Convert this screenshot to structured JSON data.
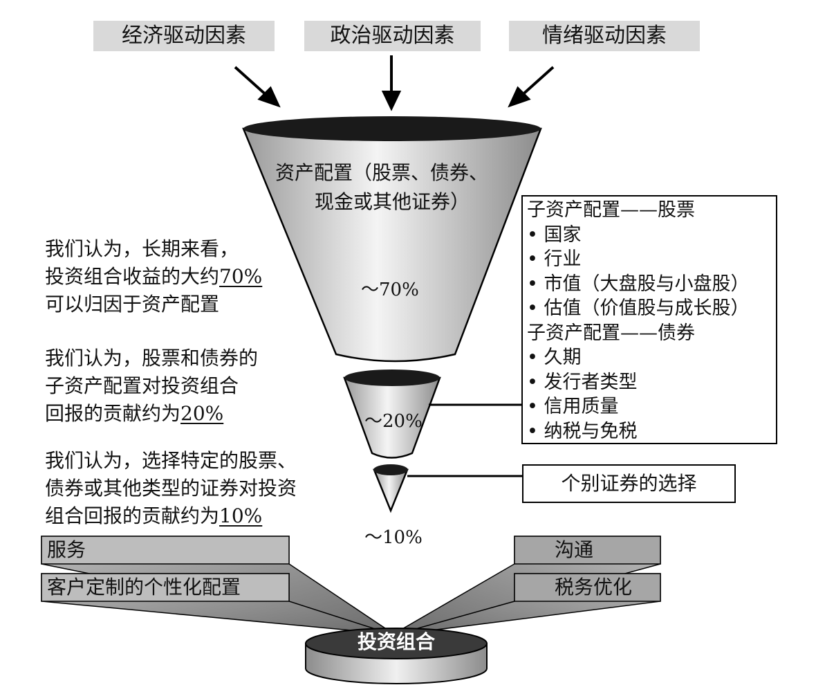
{
  "drivers": {
    "economic": "经济驱动因素",
    "political": "政治驱动因素",
    "emotional": "情绪驱动因素"
  },
  "funnel": {
    "top_label_line1": "资产配置（股票、债券、",
    "top_label_line2": "现金或其他证券）",
    "top_pct": "～70%",
    "mid_pct": "～20%",
    "small_pct": "～10%"
  },
  "left_notes": {
    "note1_line1": "我们认为，长期来看，",
    "note1_line2_prefix": "投资组合收益的大约",
    "note1_line2_value": "70%",
    "note1_line3": "可以归因于资产配置",
    "note2_line1": "我们认为，股票和债券的",
    "note2_line2": "子资产配置对投资组合",
    "note2_line3_prefix": "回报的贡献约为",
    "note2_line3_value": "20%",
    "note3_line1": "我们认为，选择特定的股票、",
    "note3_line2": "债券或其他类型的证券对投资",
    "note3_line3_prefix": "组合回报的贡献约为",
    "note3_line3_value": "10%"
  },
  "sub_allocation_box": {
    "equity_heading": "子资产配置——股票",
    "equity_items": [
      "• 国家",
      "• 行业",
      "• 市值（大盘股与小盘股）",
      "• 估值（价值股与成长股）"
    ],
    "bond_heading": "子资产配置——债券",
    "bond_items": [
      "• 久期",
      "• 发行者类型",
      "• 信用质量",
      "• 纳税与免税"
    ]
  },
  "security_selection_box": "个别证券的选择",
  "bottom": {
    "service": "服务",
    "customization": "客户定制的个性化配置",
    "communication": "沟通",
    "tax_optimization": "税务优化",
    "portfolio": "投资组合"
  },
  "colors": {
    "label_bg": "#d9d9d9",
    "funnel_dark": "#1a1a1a",
    "funnel_light": "#f2f2f2",
    "funnel_shade": "#9a9a9a",
    "ray_gray": "#a6a6a6"
  }
}
